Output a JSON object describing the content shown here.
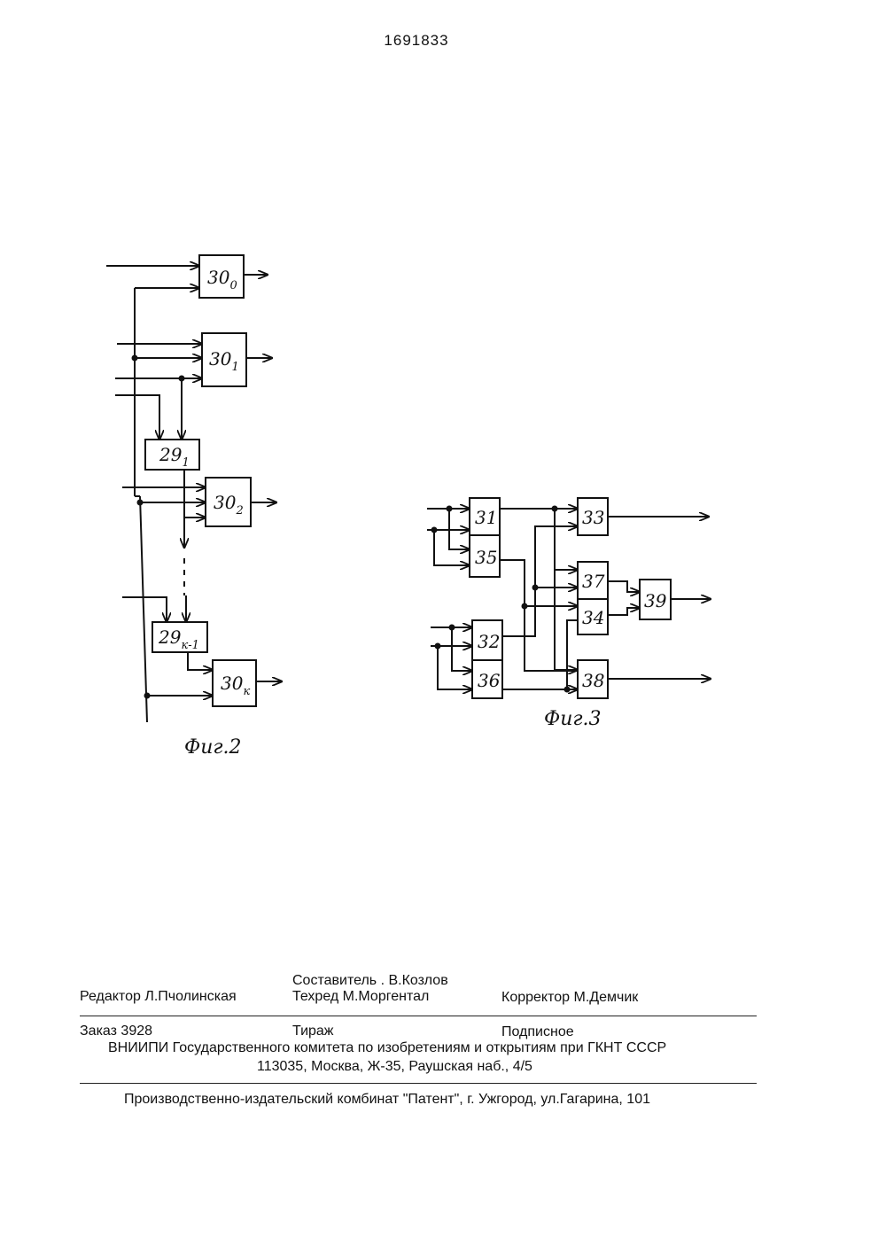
{
  "document": {
    "patent_number": "1691833"
  },
  "figure2": {
    "caption": "Фиг.2",
    "blocks": {
      "b30_0": {
        "main": "30",
        "sub": "0"
      },
      "b30_1": {
        "main": "30",
        "sub": "1"
      },
      "b29_1": {
        "main": "29",
        "sub": "1"
      },
      "b30_2": {
        "main": "30",
        "sub": "2"
      },
      "b29_k1": {
        "main": "29",
        "sub": "к-1"
      },
      "b30_k": {
        "main": "30",
        "sub": "к"
      }
    }
  },
  "figure3": {
    "caption": "Фиг.3",
    "blocks": {
      "b31": "31",
      "b35": "35",
      "b32": "32",
      "b36": "36",
      "b33": "33",
      "b37": "37",
      "b34": "34",
      "b38": "38",
      "b39": "39"
    }
  },
  "imprint": {
    "compiler": "Составитель . В.Козлов",
    "editor": "Редактор  Л.Пчолинская",
    "techred": "Техред М.Моргентал",
    "corrector": "Корректор  М.Демчик",
    "order": "Заказ  3928",
    "circulation": "Тираж",
    "subscription": "Подписное",
    "institute": "ВНИИПИ Государственного комитета по изобретениям и открытиям при ГКНТ СССР",
    "address": "113035, Москва, Ж-35, Раушская наб., 4/5",
    "publisher": "Производственно-издательский комбинат \"Патент\", г. Ужгород, ул.Гагарина, 101"
  }
}
